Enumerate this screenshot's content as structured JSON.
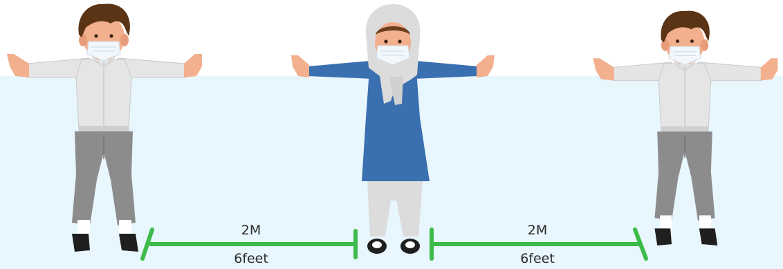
{
  "scene": {
    "figures": [
      {
        "id": "left-boy",
        "role": "boy",
        "icon": "boy-with-mask-illustration"
      },
      {
        "id": "center-girl",
        "role": "girl",
        "icon": "girl-with-hijab-and-mask-illustration"
      },
      {
        "id": "right-boy",
        "role": "boy",
        "icon": "boy-with-mask-illustration"
      }
    ],
    "distances": [
      {
        "metric": "2M",
        "imperial": "6feet"
      },
      {
        "metric": "2M",
        "imperial": "6feet"
      }
    ]
  },
  "colors": {
    "background_panel": "#e8f6fd",
    "distance_line": "#3dbb4a",
    "boy_shirt": "#e5e5e5",
    "boy_pants": "#8c8c8c",
    "girl_tunic": "#3a6fb0",
    "hijab": "#dcdcdc",
    "skin": "#f3b08e",
    "hair": "#5a3414",
    "mask": "#f2f7fb",
    "shoes": "#1f1f1f"
  }
}
